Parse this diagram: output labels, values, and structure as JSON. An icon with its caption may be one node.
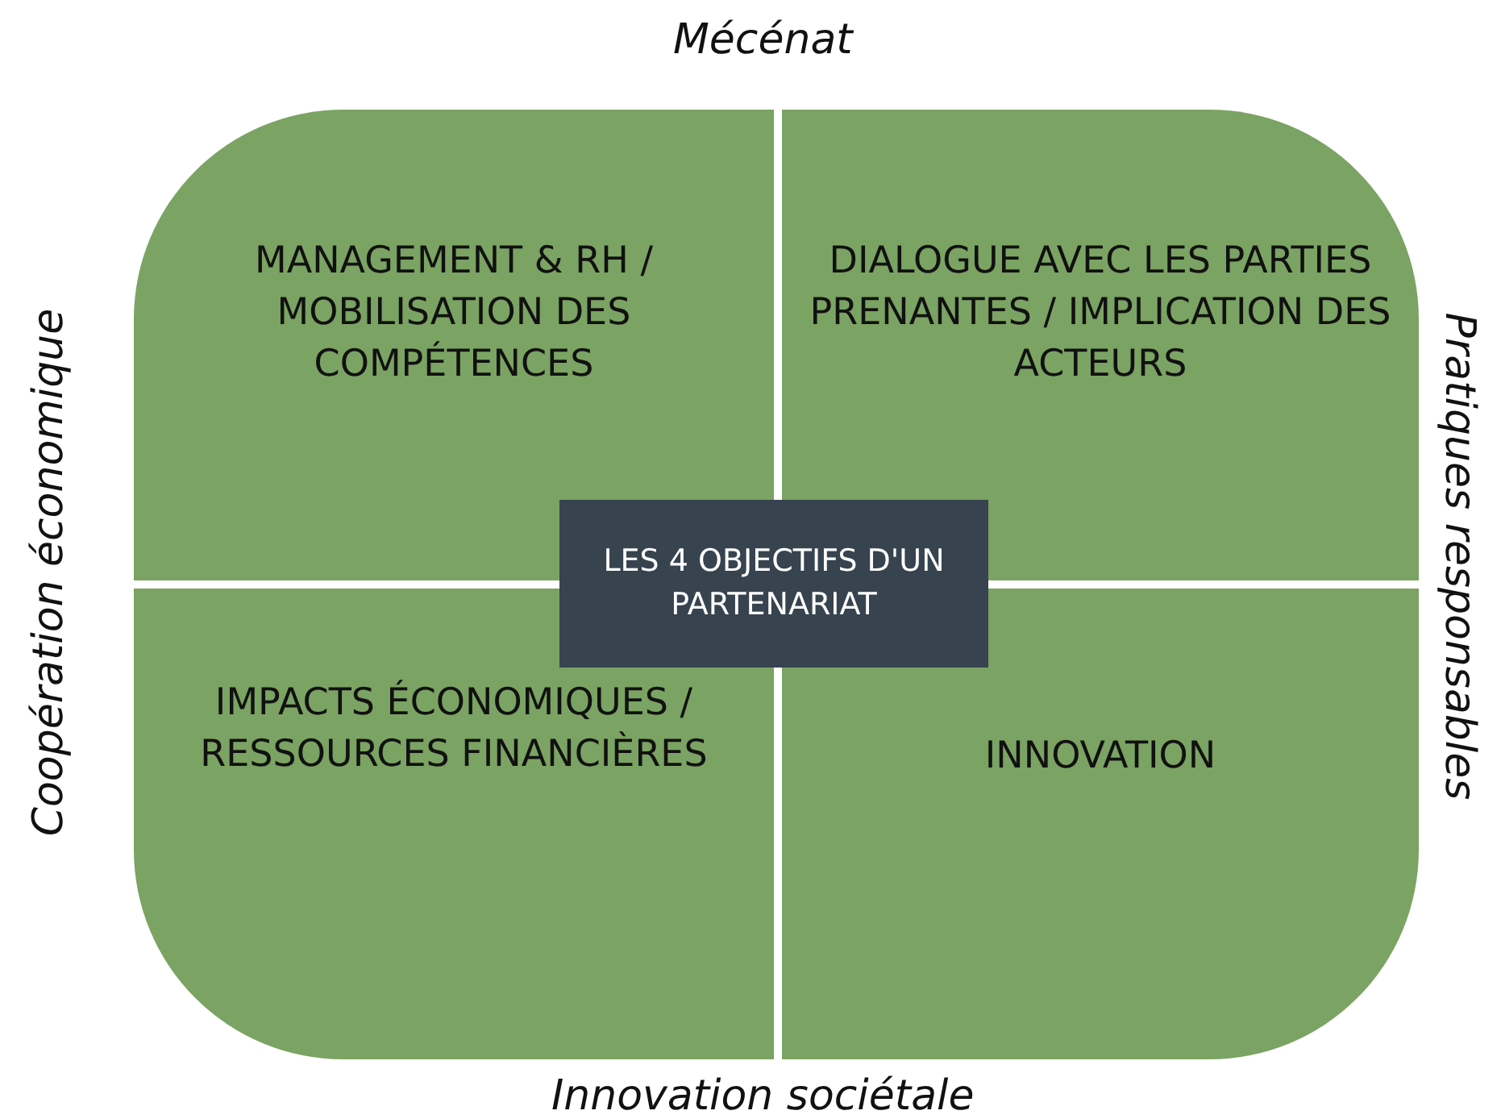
{
  "diagram": {
    "nodes": [
      {
        "text": [
          "MANAGEMENT & RH / MOBILISATION DES COMPÉTENCES"
        ]
      },
      {
        "text": [
          "DIALOGUE AVEC LES PARTIES PRENANTES / IMPLICATION DES ACTEURS"
        ]
      },
      {
        "text": [
          "LES 4 OBJECTIFS D'UN PARTENARIAT"
        ]
      },
      {
        "text": [
          "IMPACTS ÉCONOMIQUES / RESSOURCES FINANCIÈRES"
        ]
      },
      {
        "text": [
          "INNOVATION"
        ]
      }
    ],
    "edges": [],
    "labels": [
      "Mécénat",
      "Coopération économique",
      "Pratiques responsables",
      "Innovation sociétale"
    ]
  }
}
